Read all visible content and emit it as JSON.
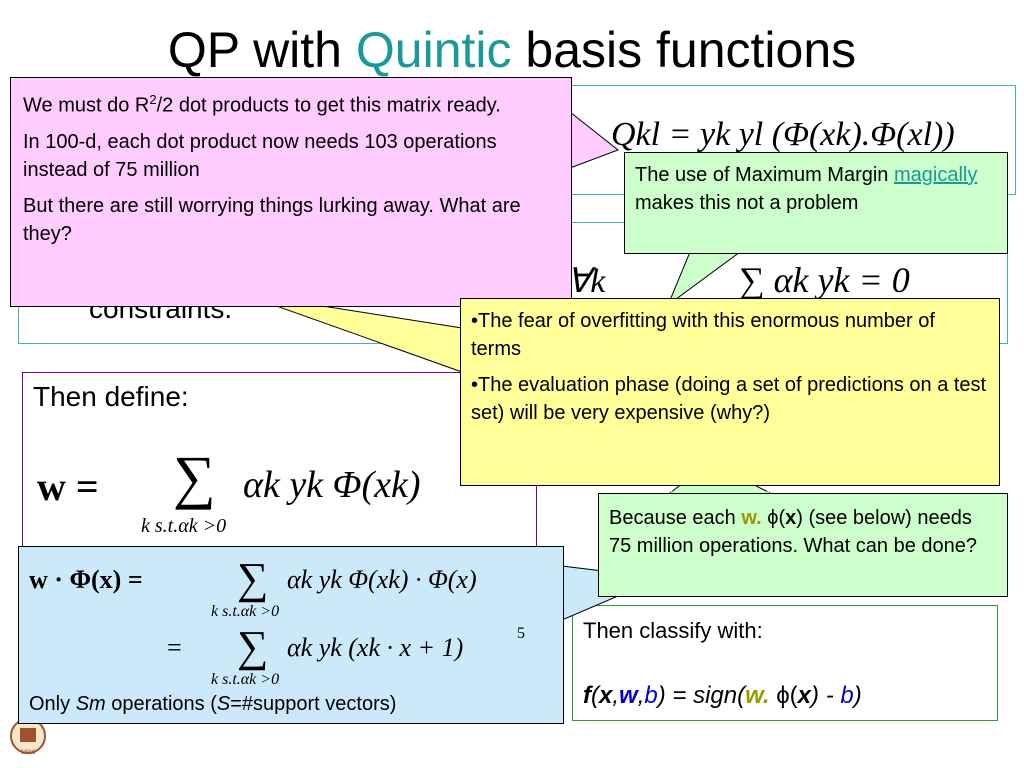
{
  "title": {
    "prefix": "QP with ",
    "highlight": "Quintic",
    "suffix": " basis functions"
  },
  "colors": {
    "title_highlight": "#1a9999",
    "pink_callout": "#ffccff",
    "green_callout": "#ccffcc",
    "yellow_callout": "#ffff99",
    "blue_callout": "#cce9fb",
    "box_border": "#3cb3b3",
    "then_define_border": "#800080",
    "classify_border": "#339933"
  },
  "pink_callout": {
    "p1_pre": "We must do R",
    "p1_sup": "2",
    "p1_post": "/2 dot products to get this matrix ready.",
    "p2": "In 100-d, each dot product now needs 103 operations instead of 75 million",
    "p3": "But there are still worrying things lurking away. What are they?"
  },
  "green_callout": {
    "pre": "The use of Maximum Margin ",
    "link": "magically",
    "post": " makes this not a problem"
  },
  "yellow_callout": {
    "b1": "•The fear of overfitting with this enormous number of terms",
    "b2": "•The evaluation phase (doing a set of predictions on a test set) will be very expensive (why?)"
  },
  "green2_callout": {
    "pre": "Because each ",
    "w": "w.",
    "phi": " ϕ(",
    "x": "x",
    "post": ") (see below) needs 75 million operations. What can be done?"
  },
  "constraints_box": {
    "text": "constraints:",
    "forall": "∀k",
    "sum_eq": "∑ αk yk = 0"
  },
  "q_formula": "Qkl = yk yl (Φ(xk).Φ(xl))",
  "then_define": {
    "label": "Then define:",
    "w_eq": "w =",
    "sum": "∑",
    "summand": "αk yk Φ(xk)",
    "subscript": "k s.t.αk >0"
  },
  "blue_box": {
    "line1_lhs": "w · Φ(x) =",
    "line1_rhs": "αk yk Φ(xk) · Φ(x)",
    "line2_lhs": "=",
    "line2_rhs": "αk yk (xk · x + 1)",
    "line2_exp": "5",
    "sum": "∑",
    "subscript": "k s.t.αk >0",
    "note_pre": "Only ",
    "note_sm": "Sm",
    "note_mid": " operations (",
    "note_s": "S",
    "note_post": "=#support vectors)"
  },
  "classify_box": {
    "label": "Then classify with:",
    "f": "f",
    "open": "(",
    "x": "x",
    "c1": ",",
    "w": "w",
    "c2": ",",
    "b": "b",
    "eq": ") = sign(",
    "w2": "w.",
    "phi": " ϕ(",
    "x2": "x",
    "minus": ") - ",
    "b2": "b",
    "close": ")"
  }
}
